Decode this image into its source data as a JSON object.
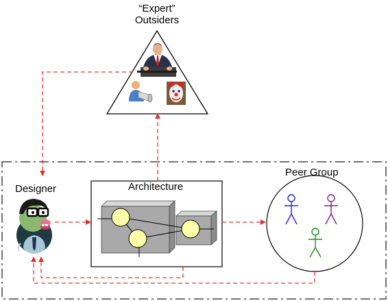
{
  "outsiders": {
    "label_line1": "“Expert”",
    "label_line2": "Outsiders"
  },
  "designer": {
    "label": "Designer"
  },
  "architecture": {
    "label": "Architecture"
  },
  "peer_group": {
    "label": "Peer Group"
  },
  "icons": {
    "outsiders": [
      "businessman-icon",
      "megaphone-person-icon",
      "clown-icon"
    ],
    "designer": "nerd-designer-icon",
    "peers": [
      "stick-figure-blue-icon",
      "stick-figure-purple-icon",
      "stick-figure-green-icon"
    ]
  },
  "colors": {
    "arrow": "#e83030",
    "box_fill": "#a9a9a9",
    "node_fill": "#ffffaa",
    "peer_blue": "#2020d0",
    "peer_purple": "#7a1a8a",
    "peer_green": "#1a8a1a"
  }
}
